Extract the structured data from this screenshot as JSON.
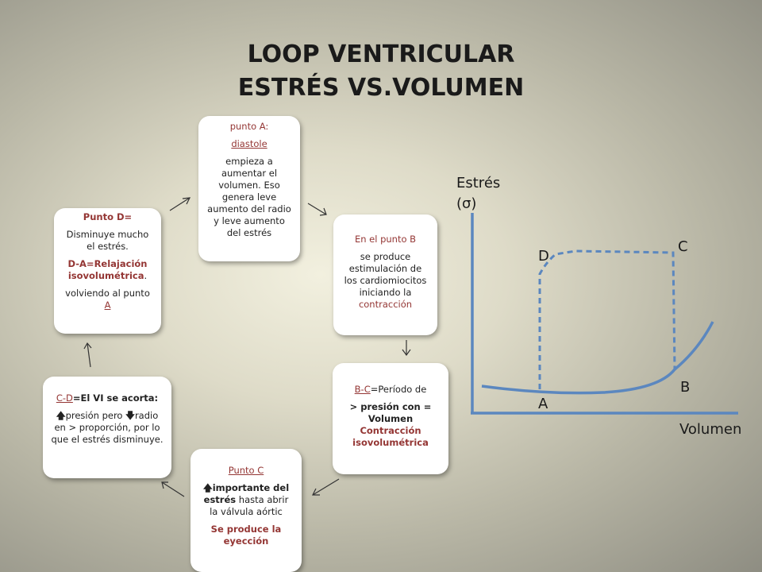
{
  "title": {
    "line1": "LOOP VENTRICULAR",
    "line2": "ESTRÉS VS.VOLUMEN"
  },
  "boxes": {
    "a": {
      "head1": "punto A:",
      "head2": "diastole",
      "body": "empieza a aumentar el volumen. Eso genera leve aumento del radio y leve aumento del estrés"
    },
    "b": {
      "head": "En el punto B",
      "body1": "se produce estimulación de los cardiomiocitos iniciando la",
      "body2": "contracción"
    },
    "bc": {
      "head_u": "B-C",
      "head_rest": "=Período de",
      "body1": "> presión con = Volumen",
      "body2": "Contracción isovolumétrica"
    },
    "c": {
      "head": "Punto C",
      "arrow": "🡅",
      "body_b1": "importante del estrés",
      "body_rest": " hasta abrir la válvula aórtic",
      "body2": "Se produce la eyección"
    },
    "cd": {
      "head_u": "C-D",
      "head_rest": "=El VI se acorta:",
      "up": "🡅",
      "t1": "presión pero ",
      "down": "🡇",
      "t2": "radio en > proporción, por lo que el estrés disminuye."
    },
    "d": {
      "head": "Punto D=",
      "body1": "Disminuye mucho el estrés.",
      "body2": "D-A=Relajación isovolumétrica",
      "body2_end": ".",
      "body3": "volviendo al punto ",
      "body3_link": "A"
    }
  },
  "chart": {
    "ylabel_line1": "Estrés",
    "ylabel_line2": "(σ)",
    "xlabel": "Volumen",
    "points": {
      "a": "A",
      "b": "B",
      "c": "C",
      "d": "D"
    },
    "line_color": "#4f81bd"
  }
}
